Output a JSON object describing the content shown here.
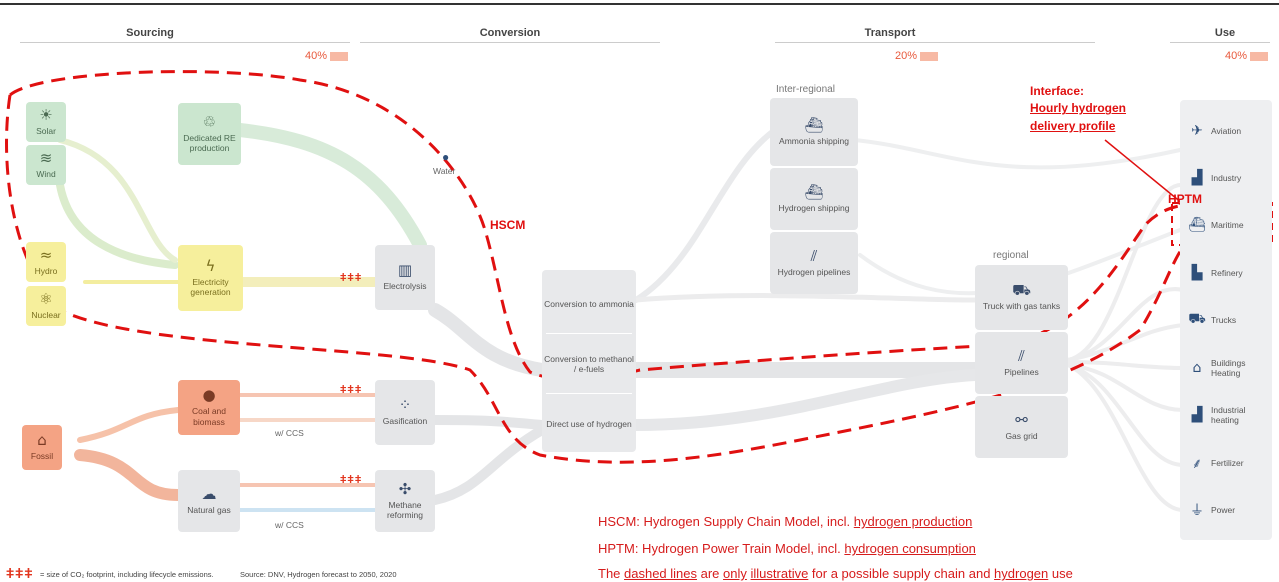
{
  "sections": {
    "sourcing": "Sourcing",
    "conversion": "Conversion",
    "transport": "Transport",
    "use": "Use"
  },
  "percentages": {
    "conversion": "40%",
    "transport": "20%",
    "use": "40%"
  },
  "sourcing": {
    "solar": "Solar",
    "wind": "Wind",
    "dedicated_re": "Dedicated RE production",
    "hydro": "Hydro",
    "nuclear": "Nuclear",
    "electricity": "Electricity generation",
    "fossil": "Fossil",
    "coal_biomass": "Coal and biomass",
    "natural_gas": "Natural gas",
    "ccs_1": "w/ CCS",
    "ccs_2": "w/ CCS",
    "water": "Water"
  },
  "conversion": {
    "electrolysis": "Electrolysis",
    "gasification": "Gasification",
    "methane_reforming": "Methane reforming",
    "to_ammonia": "Conversion to ammonia",
    "to_methanol": "Conversion to methanol / e-fuels",
    "direct_use": "Direct use of hydrogen"
  },
  "transport": {
    "inter_regional": "Inter-regional",
    "ammonia_shipping": "Ammonia shipping",
    "hydrogen_shipping": "Hydrogen shipping",
    "hydrogen_pipelines": "Hydrogen pipelines",
    "regional": "regional",
    "truck": "Truck with gas tanks",
    "pipelines": "Pipelines",
    "gas_grid": "Gas grid"
  },
  "use": [
    "Aviation",
    "Industry",
    "Maritime",
    "Refinery",
    "Trucks",
    "Buildings Heating",
    "Industrial heating",
    "Fertilizer",
    "Power"
  ],
  "annotations": {
    "hscm": "HSCM",
    "hptm": "HPTM",
    "interface_1": "Interface:",
    "interface_2": "Hourly hydrogen",
    "interface_3": "delivery profile"
  },
  "legend": {
    "hscm_prefix": "HSCM: Hydrogen Supply Chain Model, incl. ",
    "hscm_link": "hydrogen production",
    "hptm_prefix": "HPTM: Hydrogen Power Train Model, incl. ",
    "hptm_link": "hydrogen consumption",
    "dashed_1": "The ",
    "dashed_2": "dashed lines",
    "dashed_3": " are ",
    "dashed_4": "only",
    "dashed_5": " ",
    "dashed_6": "illustrative",
    "dashed_7": " for a possible supply chain and ",
    "dashed_8": "hydrogen",
    "dashed_9": " use",
    "co2_note": "= size of CO₂ footprint, including lifecycle emissions.",
    "source": "Source: DNV, Hydrogen forecast to 2050, 2020"
  },
  "colors": {
    "dashed": "#e01010",
    "green": "#cbe6cf",
    "yellow": "#f6ef9c",
    "orange": "#f4a384",
    "grey": "#e5e6e8"
  }
}
